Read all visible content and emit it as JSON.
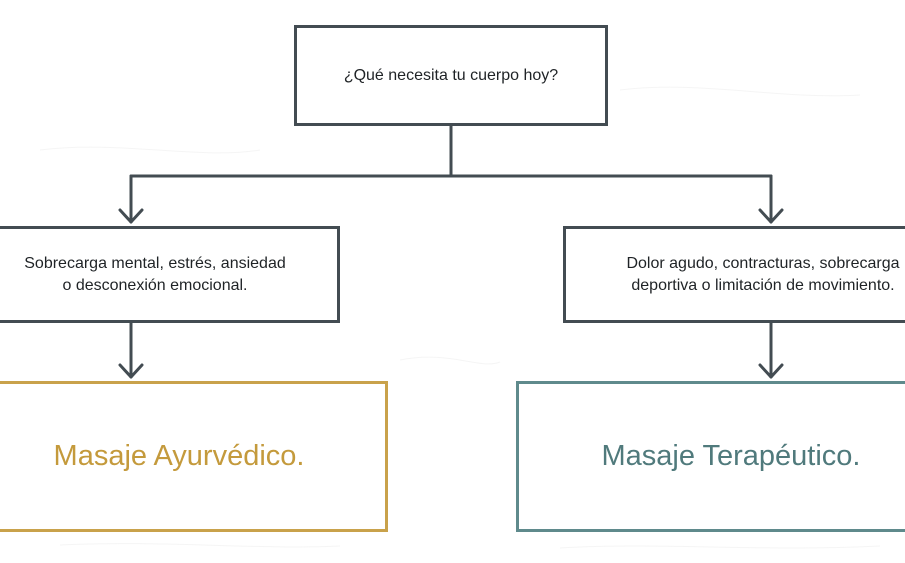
{
  "diagram": {
    "root": {
      "text": "¿Qué necesita tu cuerpo hoy?"
    },
    "branches": [
      {
        "condition_lines": [
          "Sobrecarga mental, estrés, ansiedad",
          "o desconexión emocional."
        ],
        "result": "Masaje Ayurvédico."
      },
      {
        "condition_lines": [
          "Dolor agudo, contracturas, sobrecarga",
          "deportiva o limitación de movimiento."
        ],
        "result": "Masaje Terapéutico."
      }
    ]
  },
  "colors": {
    "connector": "#434c52",
    "box_border": "#434c52",
    "text": "#1f2326",
    "ayurvedico": "#c49a3c",
    "terapeutico": "#507a7c",
    "background": "#ffffff"
  }
}
